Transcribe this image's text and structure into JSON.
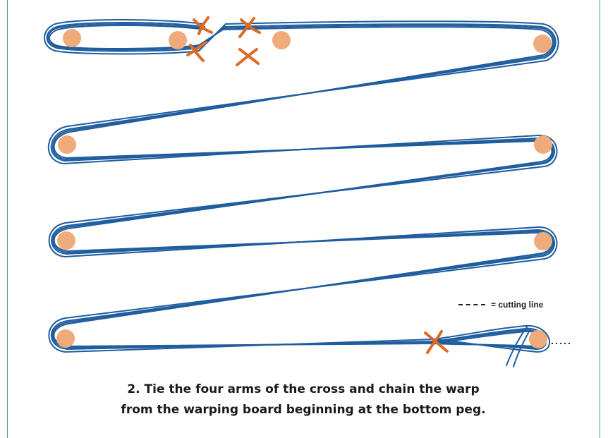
{
  "legend": {
    "symbol": "- - - -",
    "label": "= cutting line"
  },
  "caption": {
    "line1": "2. Tie the four arms of the cross and chain the warp",
    "line2": "from the warping board beginning at the bottom peg."
  },
  "colors": {
    "warp": "#1f5d9e",
    "peg": "#f0ab7c",
    "tie": "#de6a24",
    "border": "#3f9aa3"
  }
}
